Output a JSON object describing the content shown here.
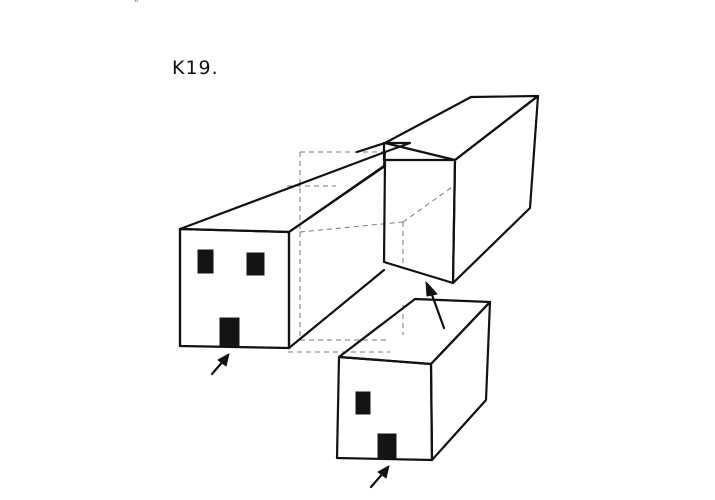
{
  "sheet": {
    "label": "K19.",
    "corner_mark": "ⅱ"
  },
  "colors": {
    "ink": "#111111",
    "hidden_line": "#7a7a7a",
    "paper": "#ffffff"
  },
  "volumes": [
    "house-block",
    "long-bar",
    "displaced-block"
  ],
  "icons": [
    "entrance-arrow-icon",
    "entrance-arrow-icon",
    "displacement-arrow-icon"
  ]
}
